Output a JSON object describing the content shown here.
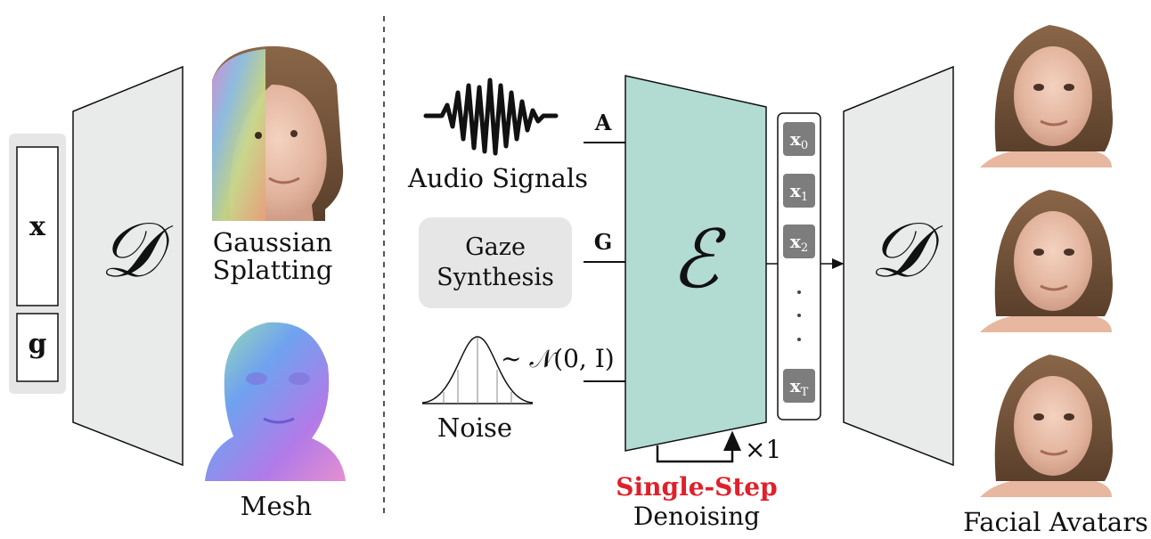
{
  "left_panel": {
    "latent_x": "x",
    "latent_g": "g",
    "decoder_symbol": "𝒟",
    "gaussian_label_line1": "Gaussian",
    "gaussian_label_line2": "Splatting",
    "mesh_label": "Mesh"
  },
  "inputs": {
    "audio_label": "Audio Signals",
    "audio_tag": "A",
    "gaze_line1": "Gaze",
    "gaze_line2": "Synthesis",
    "gaze_tag": "G",
    "noise_label": "Noise",
    "noise_dist": "~ 𝒩(0, I)"
  },
  "encoder": {
    "symbol": "ℰ",
    "loop_count": "×1",
    "step_label_highlight": "Single-Step",
    "step_label": "Denoising"
  },
  "sequence": {
    "items": [
      "x",
      "x",
      "x"
    ],
    "subscripts": [
      "0",
      "1",
      "2"
    ],
    "last": "x",
    "last_subscript": "T"
  },
  "decoder_right": {
    "symbol": "𝒟",
    "output_label": "Facial Avatars"
  },
  "colors": {
    "encoder_fill": "#b2dbd1",
    "decoder_fill": "#e9ebeb",
    "token_fill": "#7d7d7d",
    "highlight": "#e0202a",
    "gaze_box": "#e6e6e6"
  }
}
